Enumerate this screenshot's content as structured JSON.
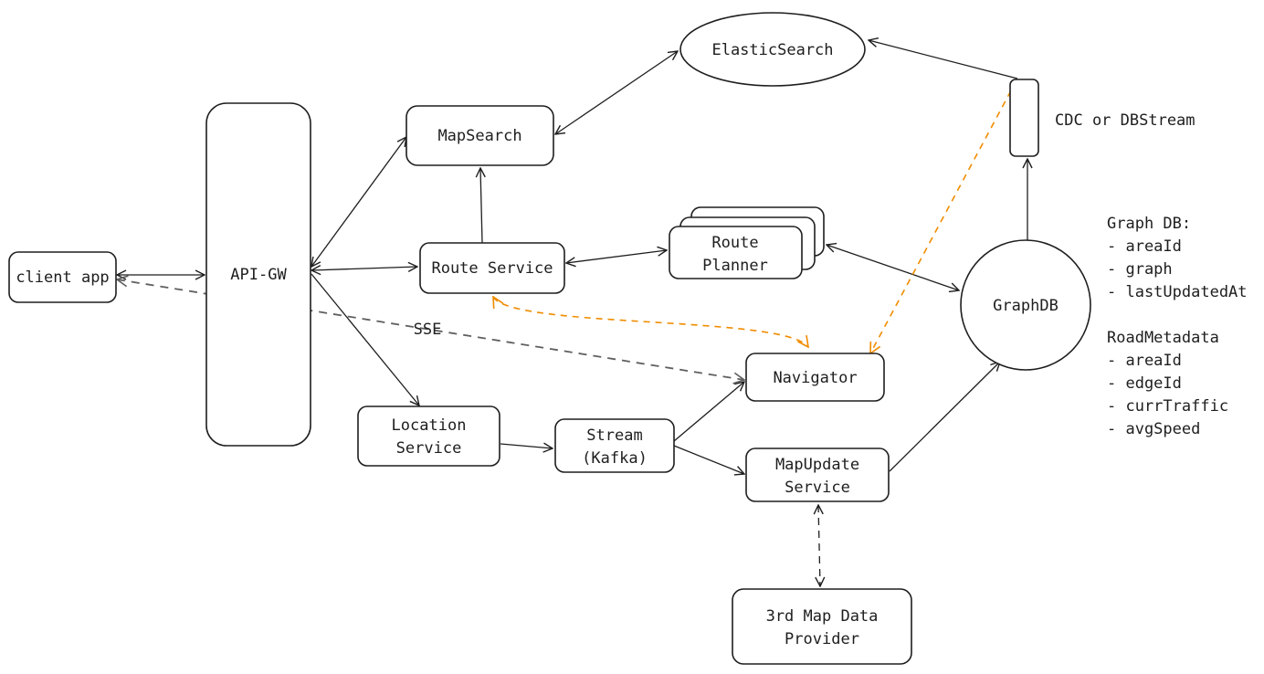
{
  "nodes": {
    "client_app": "client app",
    "api_gw": "API-GW",
    "map_search": "MapSearch",
    "route_service": "Route Service",
    "route_planner": [
      "Route",
      "Planner"
    ],
    "location_service": [
      "Location",
      "Service"
    ],
    "stream_kafka": [
      "Stream",
      "(Kafka)"
    ],
    "navigator": "Navigator",
    "map_update_service": [
      "MapUpdate",
      "Service"
    ],
    "third_party_provider": [
      "3rd Map Data",
      "Provider"
    ],
    "elasticsearch": "ElasticSearch",
    "graphdb": "GraphDB",
    "cdc": "CDC or DBStream"
  },
  "edge_labels": {
    "sse": "SSE"
  },
  "notes": {
    "graph_db": [
      "Graph DB:",
      "- areaId",
      "- graph",
      "- lastUpdatedAt"
    ],
    "road_metadata": [
      "RoadMetadata",
      "- areaId",
      "- edgeId",
      "- currTraffic",
      "- avgSpeed"
    ]
  },
  "colors": {
    "stroke": "#1e1e1e",
    "sse_dash": "#5f5f5f",
    "orange_dash": "#f08c00",
    "background": "#ffffff"
  }
}
